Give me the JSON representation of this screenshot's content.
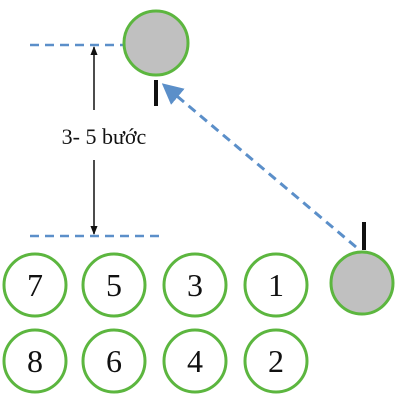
{
  "diagram": {
    "distance_label": "3- 5 bước",
    "player_numbers": {
      "row1": [
        "7",
        "5",
        "3",
        "1"
      ],
      "row2": [
        "8",
        "6",
        "4",
        "2"
      ]
    }
  },
  "colors": {
    "circle_stroke": "#5cb63f",
    "active_fill": "#c0c0c0",
    "dashed_line": "#5b8fc9",
    "text": "#111111"
  }
}
